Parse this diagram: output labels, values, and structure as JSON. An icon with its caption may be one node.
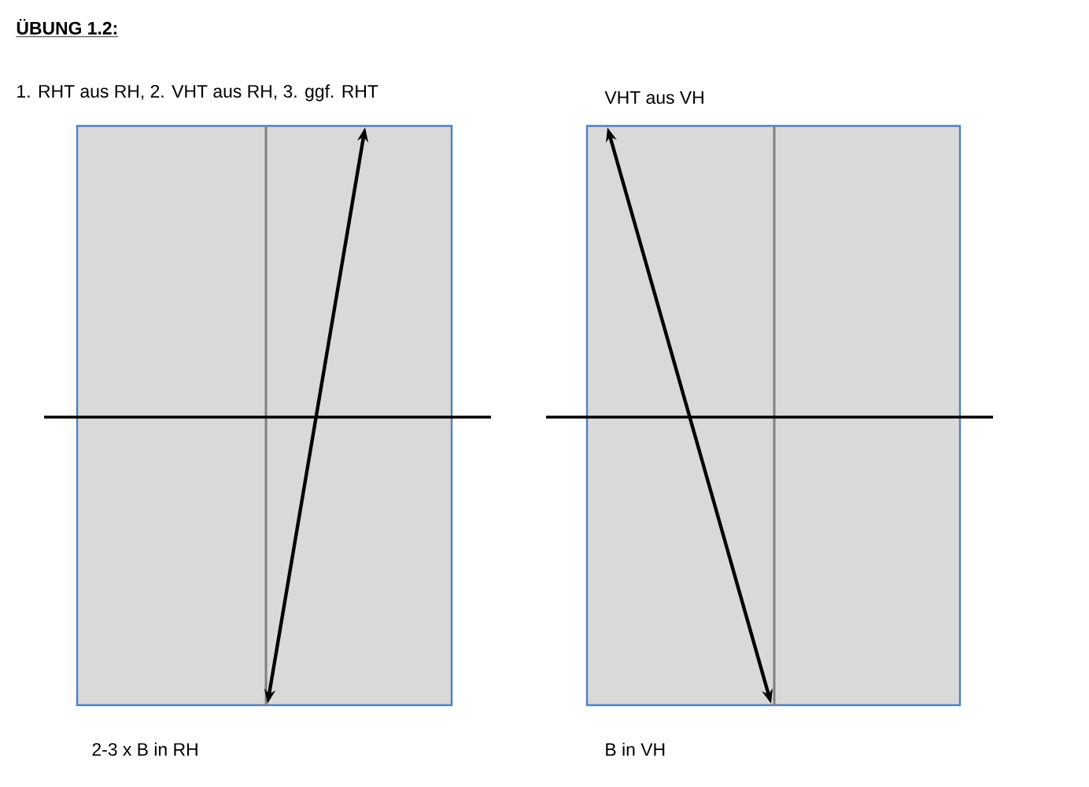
{
  "diagram": {
    "title": "ÜBUNG 1.2:",
    "nodes": [
      {
        "text": [],
        "shape": "box",
        "beside": [
          "1. RHT aus RH, 2. VHT aus RH, 3. ggf. RHT",
          "2-3 x B in RH"
        ]
      },
      {
        "text": [],
        "shape": "box",
        "beside": [
          "VHT aus VH",
          "B in VH"
        ]
      }
    ]
  }
}
